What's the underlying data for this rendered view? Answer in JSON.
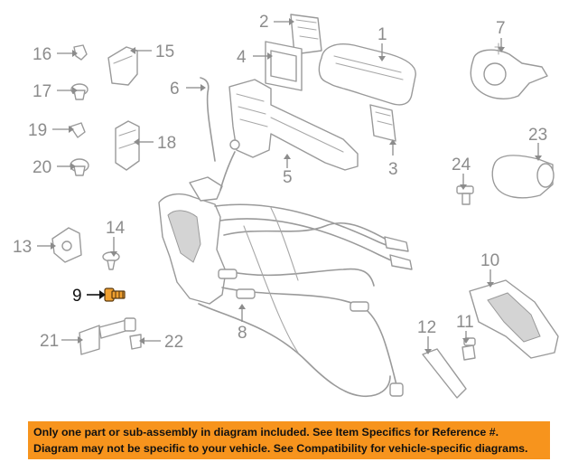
{
  "callouts": {
    "c1": "1",
    "c2": "2",
    "c3": "3",
    "c4": "4",
    "c5": "5",
    "c6": "6",
    "c7": "7",
    "c8": "8",
    "c9": "9",
    "c10": "10",
    "c11": "11",
    "c12": "12",
    "c13": "13",
    "c14": "14",
    "c15": "15",
    "c16": "16",
    "c17": "17",
    "c18": "18",
    "c19": "19",
    "c20": "20",
    "c21": "21",
    "c22": "22",
    "c23": "23",
    "c24": "24"
  },
  "highlighted_part": "9",
  "colors": {
    "notice_background": "#f7941d",
    "highlight": "#111111",
    "line_art": "#9a9a9a"
  },
  "notice": {
    "line1": "Only one part or sub-assembly in diagram included. See Item Specifics for Reference #.",
    "line2": "Diagram may not be specific to your vehicle. See Compatibility for vehicle-specific diagrams."
  }
}
